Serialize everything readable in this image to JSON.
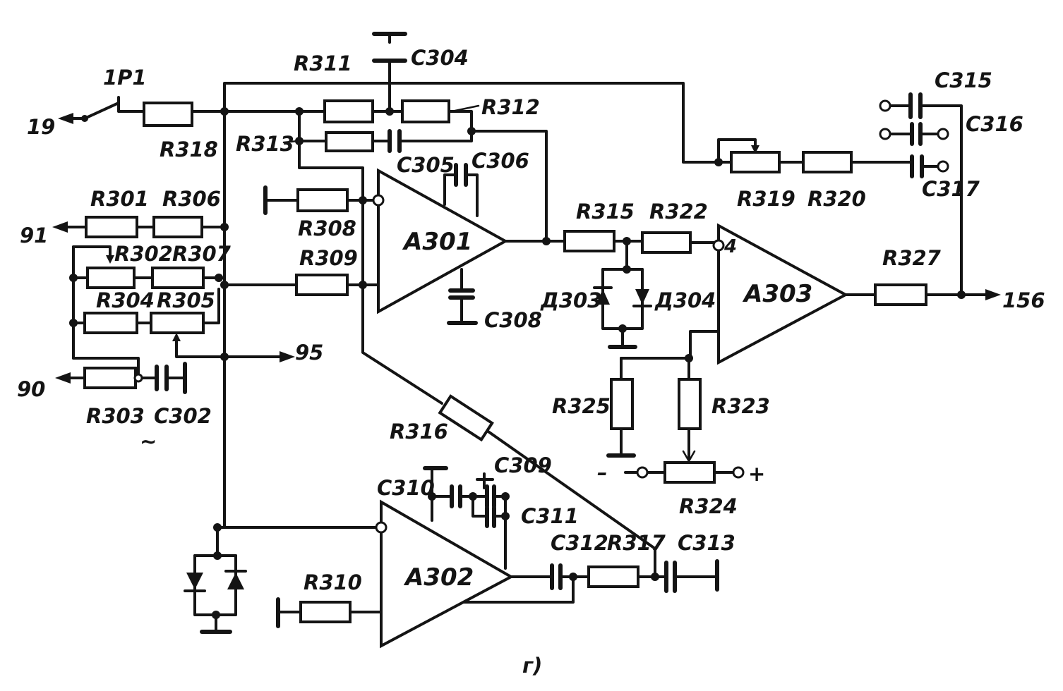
{
  "figure_caption": "г)",
  "terminals": {
    "t19": "19",
    "t91": "91",
    "t90": "90",
    "t95": "95",
    "t156": "156",
    "minus": "–",
    "plus": "+",
    "ac": "~",
    "pin4": "4"
  },
  "switches": {
    "s1p1": "1P1"
  },
  "amplifiers": {
    "a301": "A301",
    "a302": "A302",
    "a303": "A303"
  },
  "resistors": {
    "r301": "R301",
    "r302": "R302",
    "r303": "R303",
    "r304": "R304",
    "r305": "R305",
    "r306": "R306",
    "r307": "R307",
    "r308": "R308",
    "r309": "R309",
    "r310": "R310",
    "r311": "R311",
    "r312": "R312",
    "r313": "R313",
    "r315": "R315",
    "r316": "R316",
    "r317": "R317",
    "r318": "R318",
    "r319": "R319",
    "r320": "R320",
    "r322": "R322",
    "r323": "R323",
    "r324": "R324",
    "r325": "R325",
    "r327": "R327"
  },
  "capacitors": {
    "c302": "C302",
    "c304": "C304",
    "c305": "C305",
    "c306": "C306",
    "c308": "C308",
    "c309": "C309",
    "c310": "C310",
    "c311": "C311",
    "c312": "C312",
    "c313": "C313",
    "c315": "C315",
    "c316": "C316",
    "c317": "C317"
  },
  "diodes": {
    "d303": "Д303",
    "d304": "Д304"
  }
}
